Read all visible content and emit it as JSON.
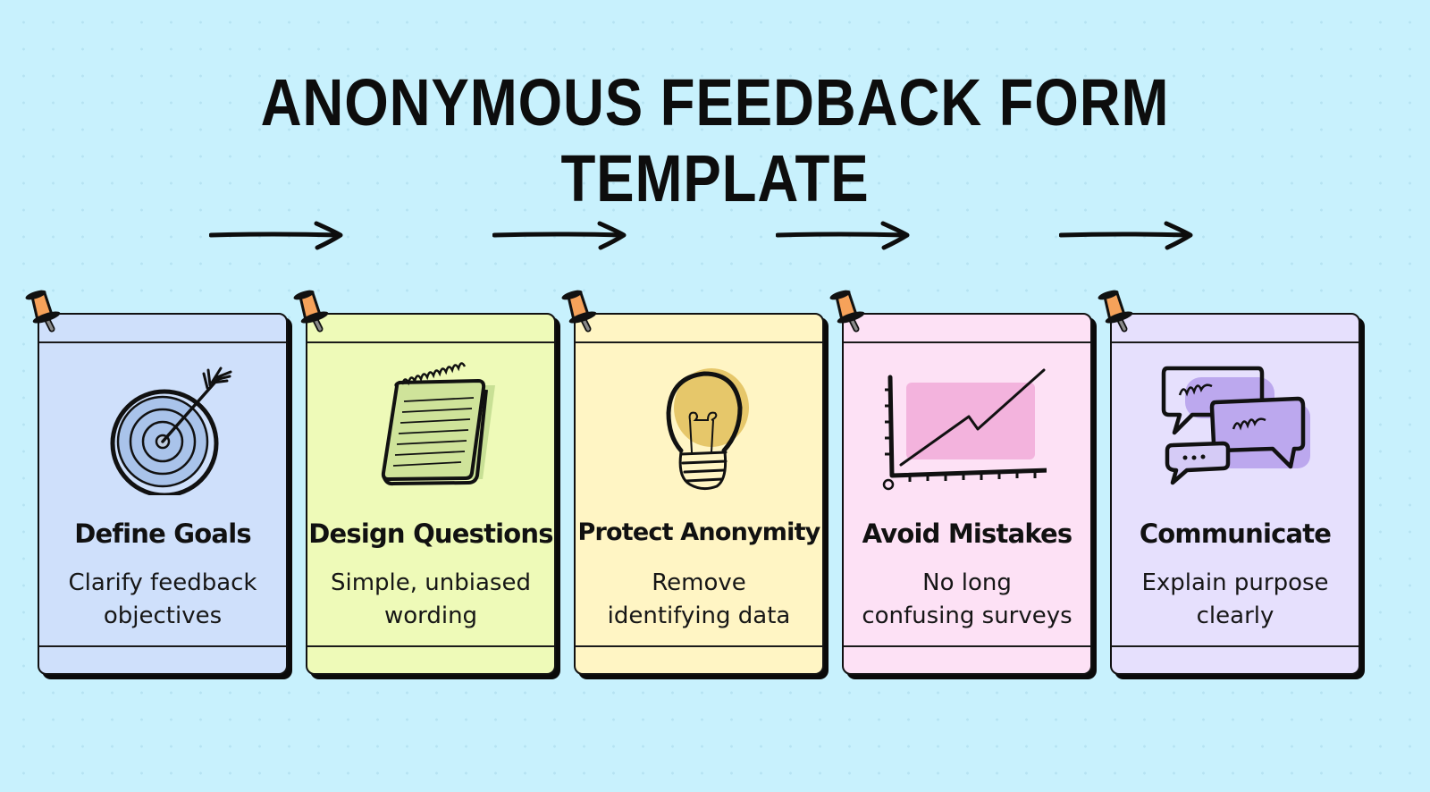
{
  "title": "ANONYMOUS FEEDBACK FORM TEMPLATE",
  "colors": {
    "background": "#c8f1fd",
    "card_outline": "#111111",
    "pin_head": "#f6a25a",
    "pin_needle": "#8a8a8a"
  },
  "arrows": [
    {
      "from": "Define Goals",
      "to": "Design Questions",
      "icon": "arrow-right-icon"
    },
    {
      "from": "Design Questions",
      "to": "Protect Anonymity",
      "icon": "arrow-right-icon"
    },
    {
      "from": "Protect Anonymity",
      "to": "Avoid Mistakes",
      "icon": "arrow-right-icon"
    },
    {
      "from": "Avoid Mistakes",
      "to": "Communicate",
      "icon": "arrow-right-icon"
    }
  ],
  "steps": [
    {
      "label": "Define Goals",
      "desc_line1": "Clarify feedback",
      "desc_line2": "objectives",
      "icon": "target-arrow-icon",
      "color": "#cfe0fb",
      "accent": "#a9c3ea"
    },
    {
      "label": "Design Questions",
      "desc_line1": "Simple, unbiased",
      "desc_line2": "wording",
      "icon": "notepad-icon",
      "color": "#eefab8",
      "accent": "#b8d486"
    },
    {
      "label": "Protect Anonymity",
      "desc_line1": "Remove",
      "desc_line2": "identifying data",
      "icon": "lightbulb-icon",
      "color": "#fff5c4",
      "accent": "#e6c76a"
    },
    {
      "label": "Avoid Mistakes",
      "desc_line1": "No long",
      "desc_line2": "confusing surveys",
      "icon": "line-chart-icon",
      "color": "#fde1f5",
      "accent": "#f3b3dd"
    },
    {
      "label": "Communicate",
      "desc_line1": "Explain purpose",
      "desc_line2": "clearly",
      "icon": "chat-bubbles-icon",
      "color": "#e6e0fd",
      "accent": "#bca8ee"
    }
  ]
}
